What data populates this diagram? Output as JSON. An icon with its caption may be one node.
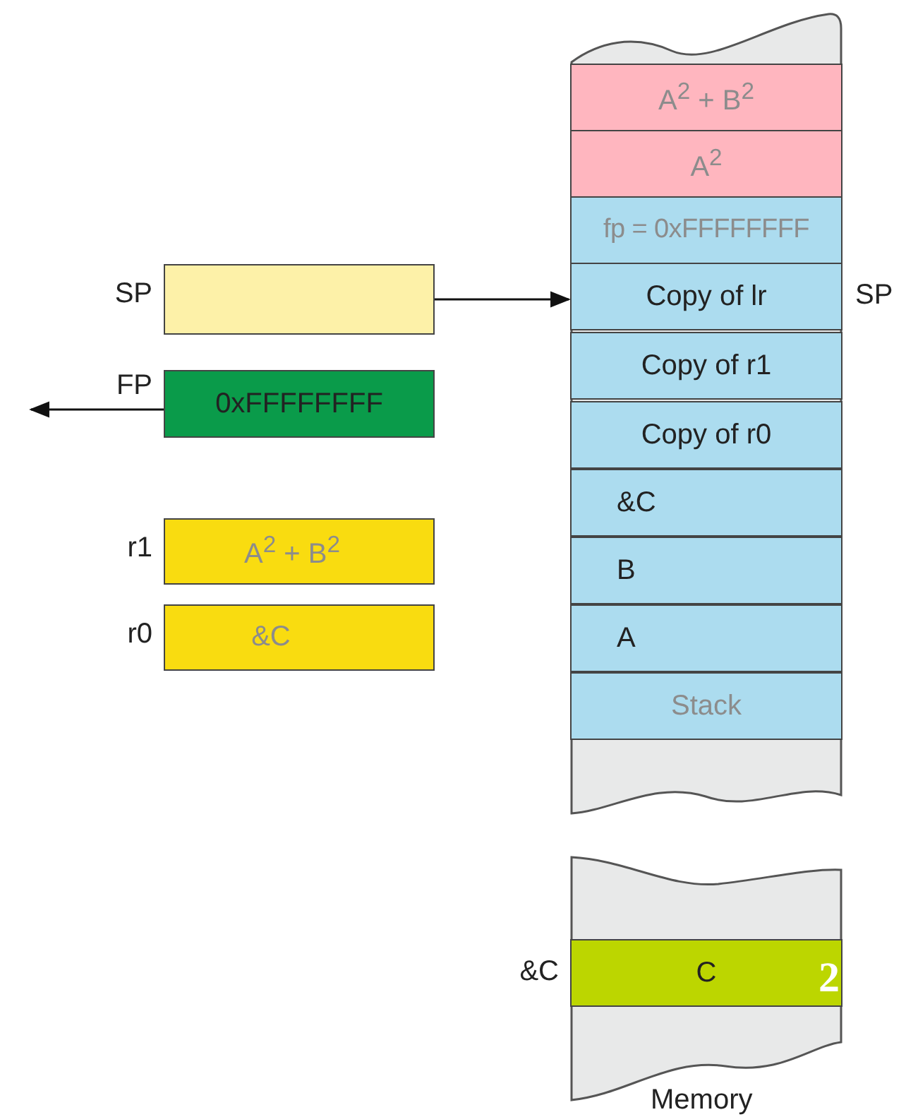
{
  "diagram": {
    "nodes": [
      {
        "text": [],
        "shape": "box"
      },
      {
        "text": [
          "A$^{2}$ + B$^{2}$"
        ],
        "in": 0
      },
      {
        "text": [
          "A$^{2}$"
        ],
        "in": 0
      },
      {
        "text": [
          "fp = 0xFFFFFFFF"
        ],
        "in": 0
      },
      {
        "text": [
          "Copy of lr"
        ],
        "in": 0,
        "beside": [
          "SP"
        ]
      },
      {
        "text": [
          "Copy of r1"
        ],
        "in": 0
      },
      {
        "text": [
          "Copy of r0"
        ],
        "in": 0
      },
      {
        "text": [
          "&C"
        ],
        "in": 0
      },
      {
        "text": [
          "B"
        ],
        "in": 0
      },
      {
        "text": [
          "A"
        ],
        "in": 0
      },
      {
        "text": [
          "Stack"
        ],
        "in": 0
      },
      {
        "text": [],
        "shape": "box",
        "beside": [
          "Memory"
        ]
      },
      {
        "text": [
          "C"
        ],
        "in": 11,
        "beside": [
          "&C"
        ]
      },
      {
        "text": [
          "SP"
        ]
      },
      {
        "text": [
          "FP",
          "0xFFFFFFFF"
        ]
      },
      {
        "text": [
          "r1",
          "A$^{2}$ + B$^{2}$"
        ]
      },
      {
        "text": [
          "r0",
          "&C"
        ]
      }
    ],
    "edges": [
      {
        "from": 13,
        "to": 4,
        "arrow": "to"
      },
      {
        "from": 14,
        "to": null,
        "arrow": "to"
      }
    ],
    "labels": [
      "2"
    ]
  }
}
